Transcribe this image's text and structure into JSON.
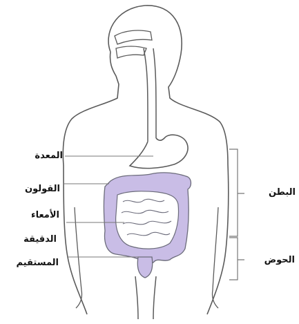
{
  "diagram": {
    "labels": {
      "stomach": "المعدة",
      "colon": "القولون",
      "small_intestine_line1": "الأمعاء",
      "small_intestine_line2": "الدقيقة",
      "rectum": "المستقيم",
      "abdomen": "البطن",
      "pelvis": "الحوض"
    },
    "colors": {
      "outline": "#5a5a5a",
      "intestine_fill": "#c9bde6",
      "intestine_stroke": "#6b6b7a",
      "leader_line": "#777777",
      "label_text": "#111111"
    }
  }
}
